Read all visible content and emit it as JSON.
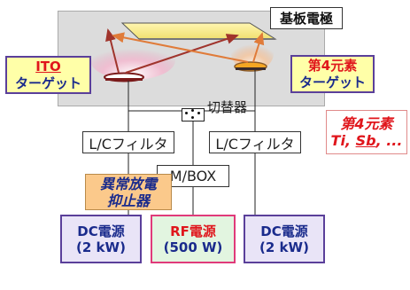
{
  "electrode": {
    "label": "基板電極"
  },
  "ito_target": {
    "line1": "ITO",
    "line2": "ターゲット"
  },
  "fourth_target": {
    "line1": "第4元素",
    "line2": "ターゲット"
  },
  "switch": {
    "label": "切替器"
  },
  "filters": {
    "left": "L/Cフィルタ",
    "right": "L/Cフィルタ"
  },
  "mbox": {
    "label": "M/BOX"
  },
  "suppressor": {
    "line1": "異常放電",
    "line2": "抑止器"
  },
  "power_supplies": {
    "dc_left": {
      "line1": "DC電源",
      "line2": "(2 kW)"
    },
    "rf": {
      "line1": "RF電源",
      "line2": "(500 W)"
    },
    "dc_right": {
      "line1": "DC電源",
      "line2": "(2 kW)"
    }
  },
  "element4": {
    "title": "第4元素",
    "part1": "Ti, ",
    "part2": "Sb",
    "part3": ", ..."
  },
  "colors": {
    "navy": "#1a2b8c",
    "red": "#e0161c",
    "yellow": "#ffffa8",
    "lavender": "#e9e4f7",
    "green": "#e2f5e0",
    "orange": "#fbc98b",
    "chamber": "#dcdcdc"
  }
}
